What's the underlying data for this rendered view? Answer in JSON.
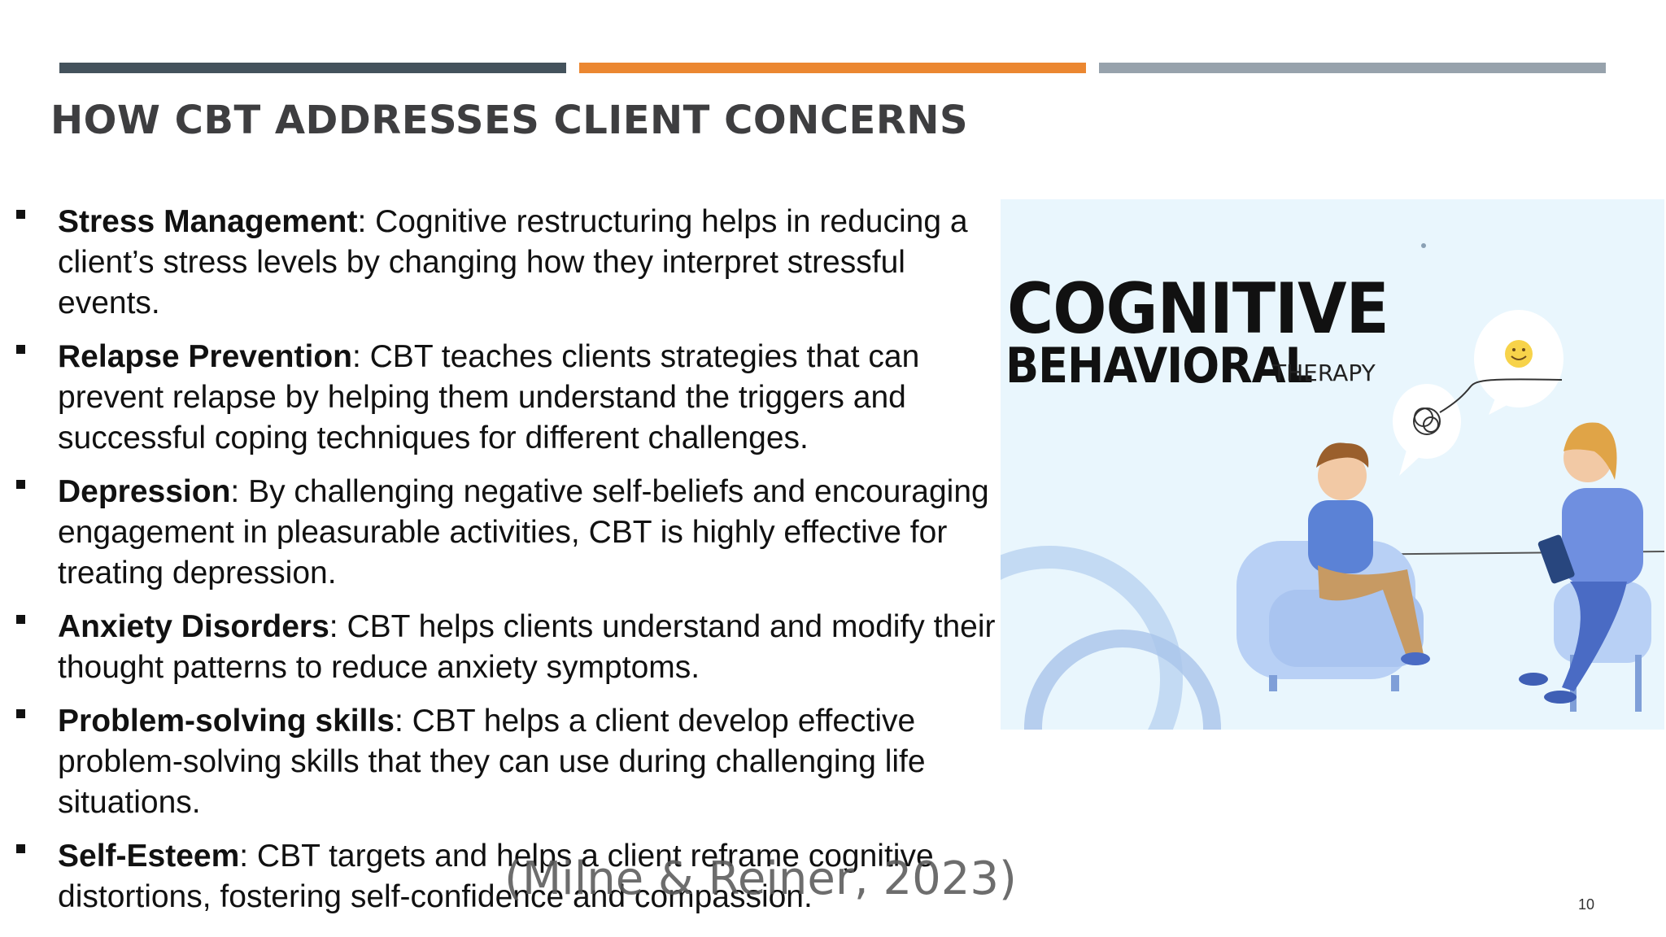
{
  "slide": {
    "title": "HOW CBT ADDRESSES CLIENT CONCERNS",
    "bullets": [
      {
        "term": "Stress Management",
        "text": ": Cognitive restructuring helps in reducing a client’s stress levels by changing how they interpret stressful events."
      },
      {
        "term": "Relapse Prevention",
        "text": ": CBT teaches clients strategies that can prevent relapse by helping them understand the triggers and successful coping techniques for different challenges."
      },
      {
        "term": "Depression",
        "text": ": By challenging negative self-beliefs and encouraging engagement in pleasurable activities, CBT is highly effective for treating depression."
      },
      {
        "term": "Anxiety Disorders",
        "text": ": CBT helps clients understand and modify their thought patterns to reduce anxiety symptoms."
      },
      {
        "term": "Problem-solving skills",
        "text": ": CBT helps a client develop effective problem-solving skills that they can use during challenging life situations."
      },
      {
        "term": "Self-Esteem",
        "text": ": CBT targets and helps a client reframe cognitive distortions, fostering self-confidence and compassion."
      }
    ],
    "citation": "(Milne & Reiner, 2023)",
    "slide_number": "10"
  },
  "illustration": {
    "line1": "COGNITIVE",
    "line2": "BEHAVIORAL",
    "line3": "THERAPY"
  },
  "colors": {
    "bar_dark": "#44525c",
    "bar_orange": "#eb8731",
    "bar_gray": "#97a2ac",
    "title": "#3e3e40",
    "illustration_bg": "#e9f6fd"
  },
  "icons": [
    "square-bullet-icon",
    "tangled-thought-icon",
    "smiley-face-icon"
  ]
}
